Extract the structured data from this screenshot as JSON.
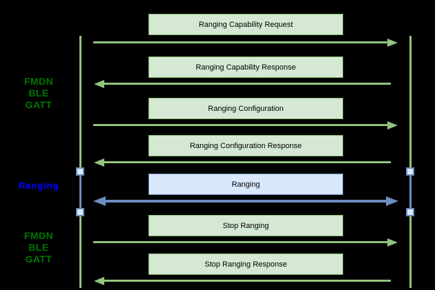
{
  "labels": {
    "phase_top": {
      "lines": [
        "FMDN",
        "BLE",
        "GATT"
      ]
    },
    "ranging": "Ranging",
    "phase_bottom": {
      "lines": [
        "FMDN",
        "BLE",
        "GATT"
      ]
    }
  },
  "messages": [
    {
      "label": "Ranging Capability Request",
      "direction": "right",
      "style": "green"
    },
    {
      "label": "Ranging Capability Response",
      "direction": "left",
      "style": "green"
    },
    {
      "label": "Ranging Configuration",
      "direction": "right",
      "style": "green"
    },
    {
      "label": "Ranging Configuration Response",
      "direction": "left",
      "style": "green"
    },
    {
      "label": "Ranging",
      "direction": "both",
      "style": "blue"
    },
    {
      "label": "Stop Ranging",
      "direction": "right",
      "style": "green"
    },
    {
      "label": "Stop Ranging Response",
      "direction": "left",
      "style": "green"
    }
  ],
  "colors": {
    "background": "#000000",
    "green_fill": "#d5e8d4",
    "green_stroke": "#82b366",
    "green_line": "#93c47d",
    "blue_fill": "#dae8fc",
    "blue_stroke": "#6c8ebf",
    "label_green": "#007700",
    "label_blue": "#0000ff",
    "box_text": "#000000"
  }
}
